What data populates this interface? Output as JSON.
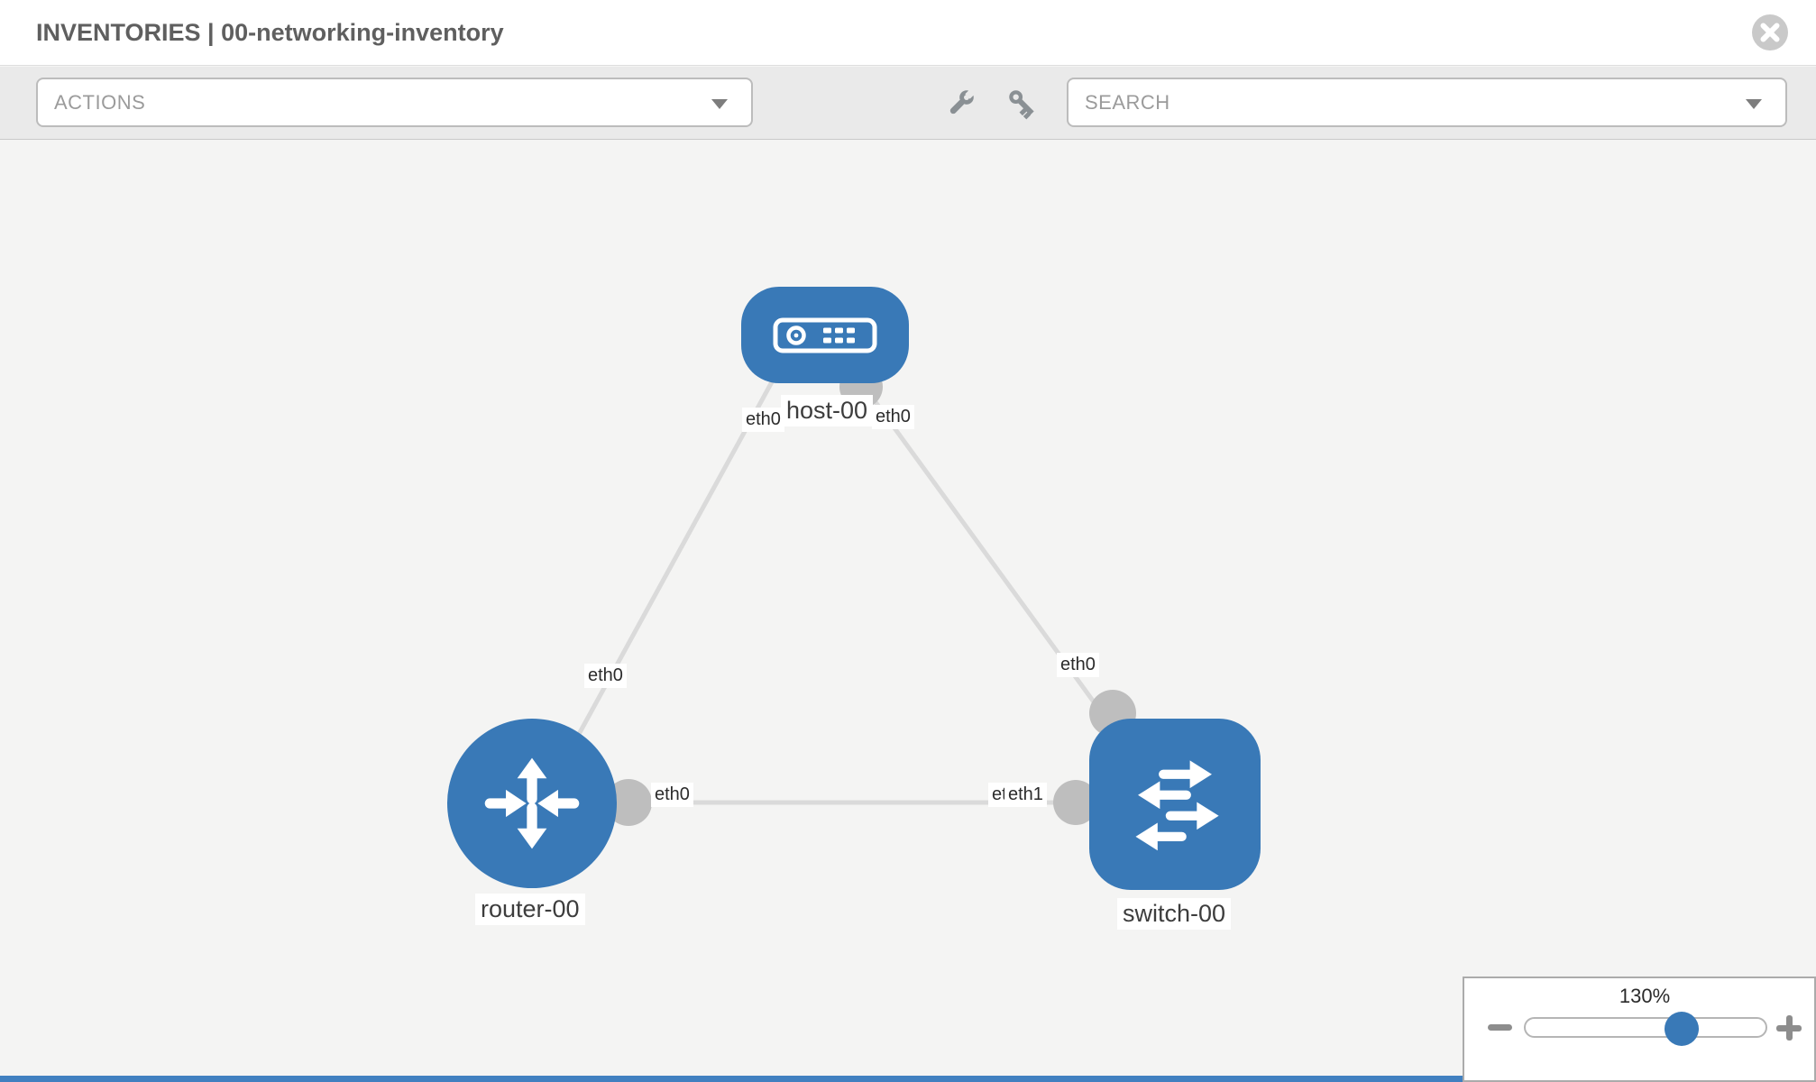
{
  "header": {
    "title": "INVENTORIES | 00-networking-inventory"
  },
  "toolbar": {
    "actions_label": "ACTIONS",
    "search_label": "SEARCH"
  },
  "diagram": {
    "nodes": {
      "host": {
        "label": "host-00",
        "type": "host"
      },
      "router": {
        "label": "router-00",
        "type": "router"
      },
      "switch": {
        "label": "switch-00",
        "type": "switch"
      }
    },
    "interfaces": {
      "host_left": "eth0",
      "host_right": "eth0",
      "router_upper": "eth0",
      "switch_upper": "eth0",
      "mid_router": "eth0",
      "mid_switch_hidden": "eth0",
      "mid_switch": "eth1"
    },
    "edges": [
      {
        "from": "host-00",
        "from_if": "eth0",
        "to": "router-00",
        "to_if": "eth0"
      },
      {
        "from": "host-00",
        "from_if": "eth0",
        "to": "switch-00",
        "to_if": "eth0"
      },
      {
        "from": "router-00",
        "from_if": "eth0",
        "to": "switch-00",
        "to_if": "eth1"
      }
    ]
  },
  "zoom_panel": {
    "value": "130%"
  },
  "colors": {
    "node_blue": "#3979b7",
    "edge_gray": "#dadada",
    "port_gray": "#bebebe",
    "toolbar_bg": "#eaeaea",
    "accent_bar_blue": "#4180c0"
  }
}
